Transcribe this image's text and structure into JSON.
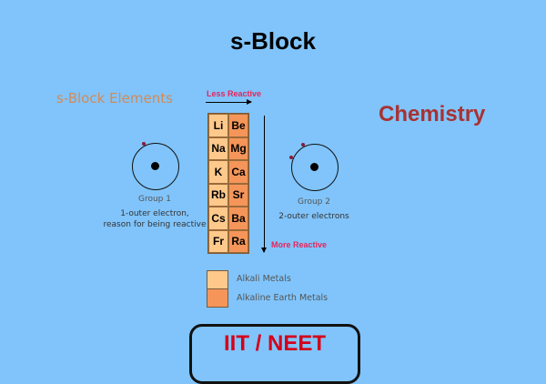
{
  "title": "s-Block",
  "subtitle": "s-Block Elements",
  "subject": "Chemistry",
  "less_reactive": "Less Reactive",
  "more_reactive": "More Reactive",
  "table": {
    "group1": [
      "Li",
      "Na",
      "K",
      "Rb",
      "Cs",
      "Fr"
    ],
    "group2": [
      "Be",
      "Mg",
      "Ca",
      "Sr",
      "Ba",
      "Ra"
    ]
  },
  "group1": {
    "label": "Group 1",
    "line1": "1-outer electron,",
    "line2": "reason for being reactive"
  },
  "group2": {
    "label": "Group 2",
    "line1": "2-outer electrons"
  },
  "legend": [
    {
      "label": "Alkali Metals",
      "color": "#ffc98c"
    },
    {
      "label": "Alkaline Earth Metals",
      "color": "#f59559"
    }
  ],
  "banner": "IIT / NEET"
}
